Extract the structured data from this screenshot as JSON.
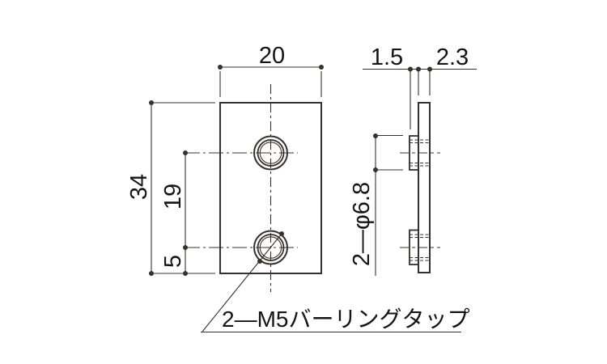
{
  "drawing": {
    "front_view": {
      "width_dim": "20",
      "height_dim": "34",
      "hole_pitch_dim": "19",
      "bottom_offset_dim": "5"
    },
    "side_view": {
      "burring_height_dim": "1.5",
      "plate_thickness_dim": "2.3",
      "hole_dia_dim": "2—φ6.8"
    },
    "note_label": "2—M5バーリングタップ",
    "colors": {
      "line": "#37302b",
      "text": "#161412",
      "background": "#ffffff"
    }
  }
}
